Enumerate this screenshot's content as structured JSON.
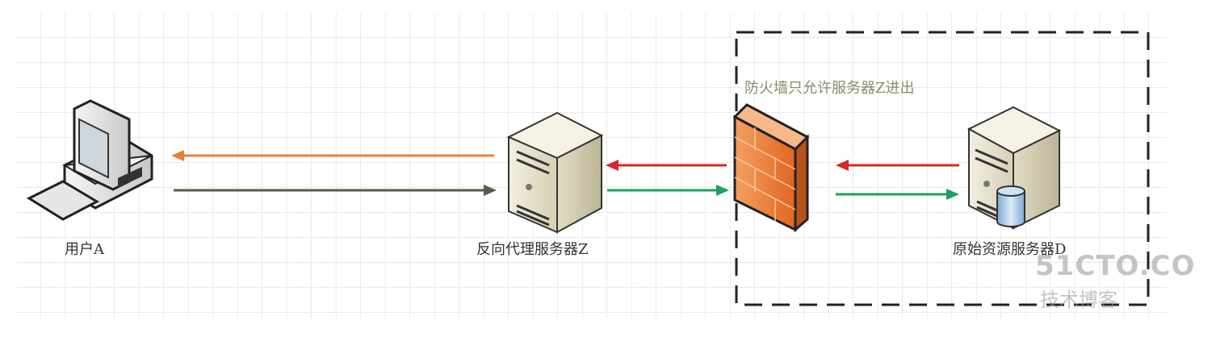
{
  "nodes": {
    "user": {
      "label": "用户A",
      "icon": "desktop-computer-icon"
    },
    "proxy": {
      "label": "反向代理服务器Z",
      "icon": "server-tower-icon"
    },
    "firewall": {
      "icon": "brick-firewall-icon"
    },
    "origin": {
      "label": "原始资源服务器D",
      "icon": "database-server-icon"
    }
  },
  "zone": {
    "label": "防火墙只允许服务器Z进出"
  },
  "edges": [
    {
      "from": "proxy",
      "to": "user",
      "color": "#e8803a"
    },
    {
      "from": "user",
      "to": "proxy",
      "color": "#5a5a48"
    },
    {
      "from": "firewall",
      "to": "proxy",
      "color": "#d42a2a"
    },
    {
      "from": "proxy",
      "to": "firewall",
      "color": "#1fa060"
    },
    {
      "from": "origin",
      "to": "firewall",
      "color": "#d42a2a"
    },
    {
      "from": "firewall",
      "to": "origin",
      "color": "#1fa060"
    }
  ],
  "watermark": {
    "line1": "51CTO.CO",
    "line2": "技术博客"
  }
}
